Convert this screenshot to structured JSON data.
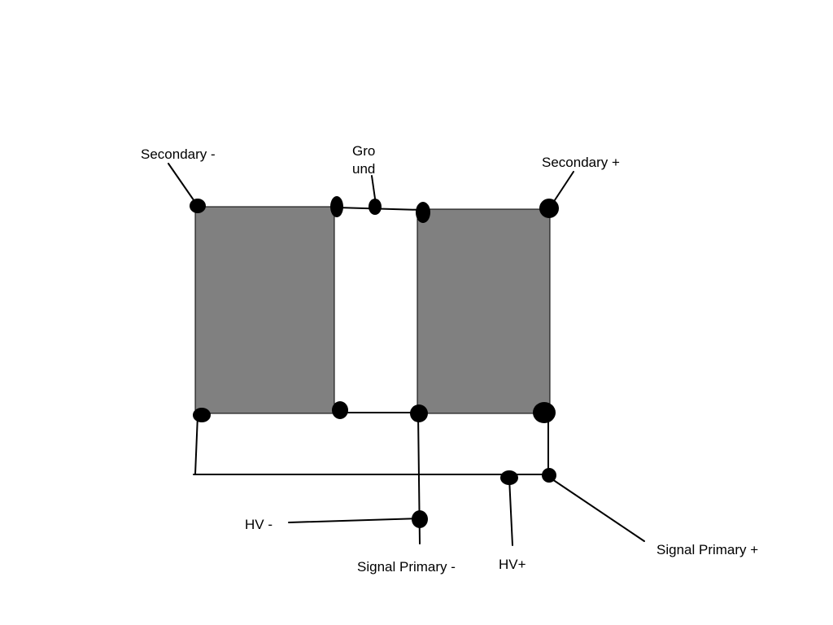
{
  "labels": {
    "secondary_minus": "Secondary -",
    "ground_line1": "Gro",
    "ground_line2": "und",
    "secondary_plus": "Secondary +",
    "hv_minus": "HV -",
    "signal_primary_minus": "Signal Primary -",
    "hv_plus": "HV+",
    "signal_primary_plus": "Signal Primary +"
  },
  "colors": {
    "core_fill": "#808080",
    "wire": "#000000",
    "terminal": "#000000",
    "background": "#ffffff"
  }
}
